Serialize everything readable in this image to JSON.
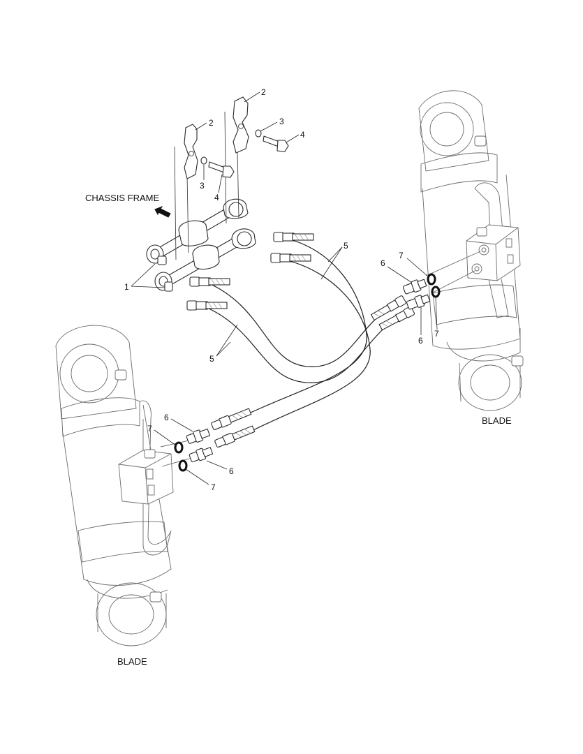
{
  "labels": {
    "chassis_frame": "CHASSIS FRAME",
    "blade_right": "BLADE",
    "blade_left": "BLADE"
  },
  "callouts": {
    "c1": "1",
    "c2a": "2",
    "c2b": "2",
    "c3a": "3",
    "c3b": "3",
    "c4a": "4",
    "c4b": "4",
    "c5a": "5",
    "c5b": "5",
    "c6a": "6",
    "c6b": "6",
    "c6c": "6",
    "c6d": "6",
    "c7a": "7",
    "c7b": "7",
    "c7c": "7",
    "c7d": "7"
  }
}
